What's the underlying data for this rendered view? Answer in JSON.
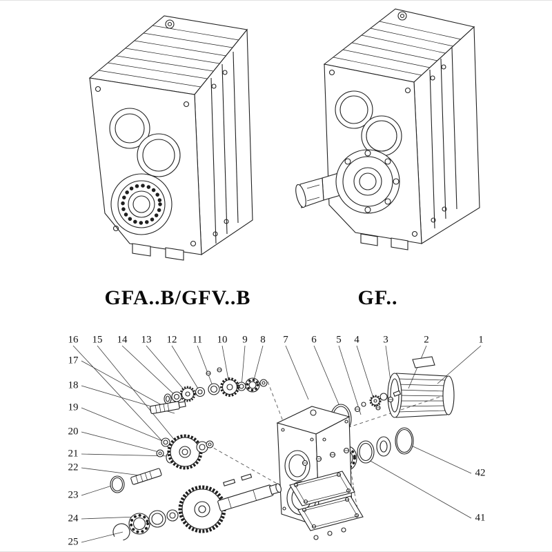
{
  "page": {
    "background": "#ffffff",
    "line_color": "#1f1f1f"
  },
  "models": {
    "left_label": "GFA..B/GFV..B",
    "right_label": "GF.."
  },
  "exploded": {
    "callouts_top": [
      "16",
      "15",
      "14",
      "13",
      "12",
      "11",
      "10",
      "9",
      "8",
      "7",
      "6",
      "5",
      "4",
      "3",
      "2",
      "1"
    ],
    "callouts_left": [
      "17",
      "18",
      "19",
      "20",
      "21",
      "22",
      "23",
      "24",
      "25"
    ],
    "callouts_right": [
      "42",
      "41"
    ]
  }
}
